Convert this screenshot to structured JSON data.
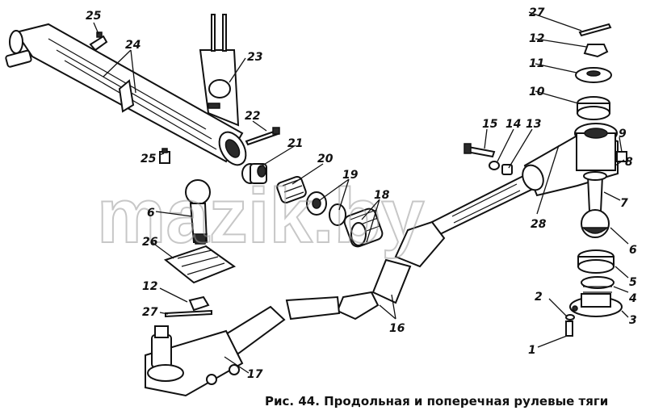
{
  "caption": "Рис. 44. Продольная и поперечная рулевые тяги",
  "watermark": "mazik.by",
  "callouts": {
    "c1": "1",
    "c2": "2",
    "c3": "3",
    "c4": "4",
    "c5": "5",
    "c6a": "6",
    "c6b": "6",
    "c7": "7",
    "c8": "8",
    "c9": "9",
    "c10": "10",
    "c11": "11",
    "c12a": "12",
    "c12b": "12",
    "c13": "13",
    "c14": "14",
    "c15": "15",
    "c16": "16",
    "c17": "17",
    "c18": "18",
    "c19": "19",
    "c20": "20",
    "c21": "21",
    "c22": "22",
    "c23": "23",
    "c24": "24",
    "c25a": "25",
    "c25b": "25",
    "c26": "26",
    "c27a": "27",
    "c27b": "27",
    "c28": "28"
  }
}
